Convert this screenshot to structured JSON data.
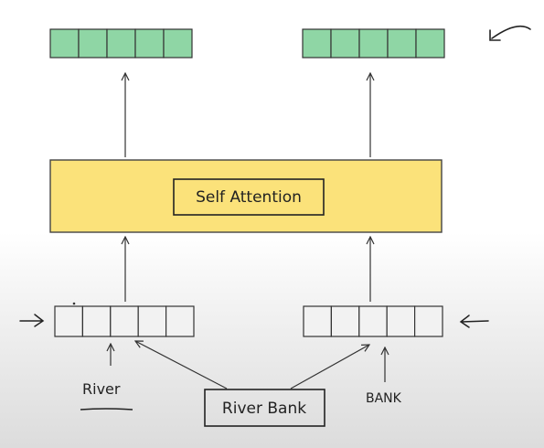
{
  "attention_block": {
    "label": "Self Attention",
    "fill": "#fbe27a",
    "stroke": "#444444"
  },
  "output_vectors": {
    "cells": 5,
    "fill": "#8fd6a5"
  },
  "input_vectors": {
    "cells": 5,
    "fill": "#f2f2f2"
  },
  "phrase": {
    "label": "River Bank"
  },
  "words": {
    "left": "River",
    "right": "BANK"
  },
  "colors": {
    "ink": "#333333"
  }
}
